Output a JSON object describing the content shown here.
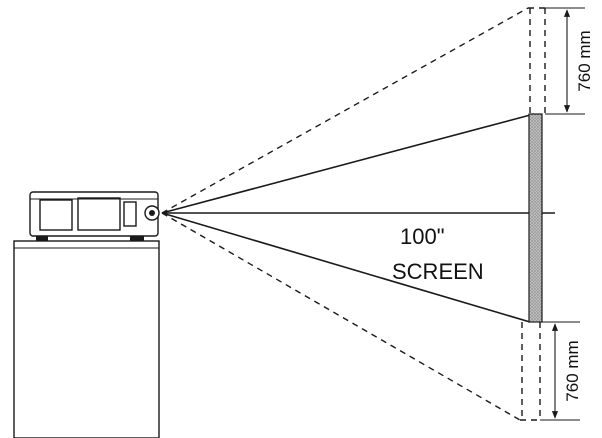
{
  "screen_label": {
    "line1": "100\"",
    "line2": "SCREEN"
  },
  "offsets": {
    "top": "760 mm",
    "bottom": "760 mm"
  }
}
